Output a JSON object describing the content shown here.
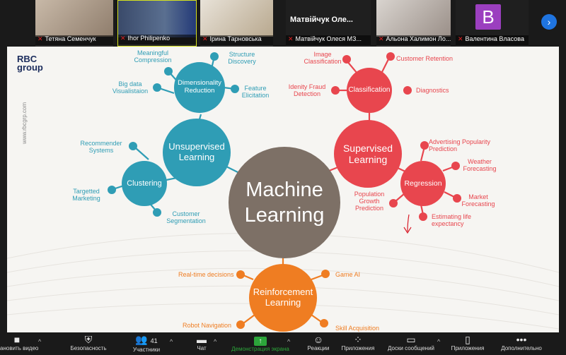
{
  "participants": [
    {
      "name": "Тетяна Семенчук"
    },
    {
      "name": "Ihor Philipenko"
    },
    {
      "name": "Ірина Тарновська"
    },
    {
      "name": "Матвійчук Олеся МЗ...",
      "big_label": "Матвійчук  Оле..."
    },
    {
      "name": "Альона Халимон Ло..."
    },
    {
      "name": "Валентина Власова",
      "avatar_letter": "B"
    }
  ],
  "slide": {
    "logo_line1": "RBC",
    "logo_line2": "group",
    "vertical_url": "www.rbcgrp.com",
    "center": "Machine Learning",
    "unsupervised": "Unsupervised Learning",
    "supervised": "Supervised Learning",
    "reinforcement": "Reinforcement Learning",
    "dimensionality": "Dimensionality Reduction",
    "clustering": "Clustering",
    "classification": "Classification",
    "regression": "Regression",
    "labels": {
      "meaningful": "Meaningful Compression",
      "structure": "Structure Discovery",
      "bigdata": "Big data Visualistaion",
      "feature": "Feature Elicitation",
      "recommender": "Recommender Systems",
      "targetted": "Targetted Marketing",
      "customer_seg": "Customer Segmentation",
      "image": "Image Classification",
      "retention": "Customer Retention",
      "fraud": "Idenity Fraud Detection",
      "diagnostics": "Diagnostics",
      "advertising": "Advertising Popularity Prediction",
      "weather": "Weather Forecasting",
      "market": "Market Forecasting",
      "population": "Population Growth Prediction",
      "life": "Estimating life expectancy",
      "realtime": "Real-time decisions",
      "gameai": "Game AI",
      "robot": "Robot Navigation",
      "skill": "Skill Acquisition"
    }
  },
  "toolbar": {
    "participants_count": "41",
    "items": [
      "ановить видео",
      "Безопасность",
      "Участники",
      "Чат",
      "Демонстрация экрана",
      "Реакции",
      "Приложения",
      "Доски сообщений",
      "Приложения",
      "Дополнительно"
    ]
  },
  "colors": {
    "blue": "#2f9db5",
    "red": "#e8464e",
    "orange": "#ef7d22",
    "center": "#7d7066",
    "green": "#2ca53a"
  }
}
